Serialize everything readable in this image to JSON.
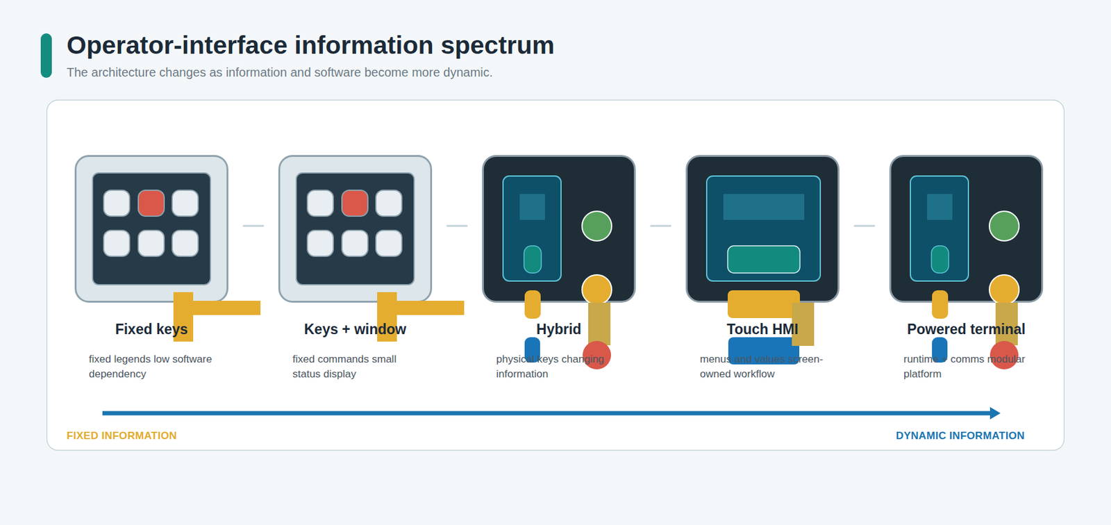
{
  "diagram": {
    "title": "Operator-interface information spectrum",
    "caption": "The architecture changes as information and software become more dynamic.",
    "nodes": [
      {
        "text": [
          "Fixed keys",
          "fixed legends low software dependency"
        ]
      },
      {
        "text": [
          "Keys + window",
          "fixed commands small status display"
        ]
      },
      {
        "text": [
          "Hybrid",
          "physical keys changing information"
        ]
      },
      {
        "text": [
          "Touch HMI",
          "menus and values screen-owned workflow"
        ]
      },
      {
        "text": [
          "Powered terminal",
          "runtime + comms modular platform"
        ]
      }
    ],
    "edges": [
      {
        "from": 0,
        "to": 1,
        "arrow": "none"
      },
      {
        "from": 1,
        "to": 2,
        "arrow": "none"
      },
      {
        "from": 2,
        "to": 3,
        "arrow": "none"
      },
      {
        "from": 3,
        "to": 4,
        "arrow": "none"
      }
    ],
    "labels": [
      "FIXED INFORMATION",
      "DYNAMIC INFORMATION"
    ]
  }
}
